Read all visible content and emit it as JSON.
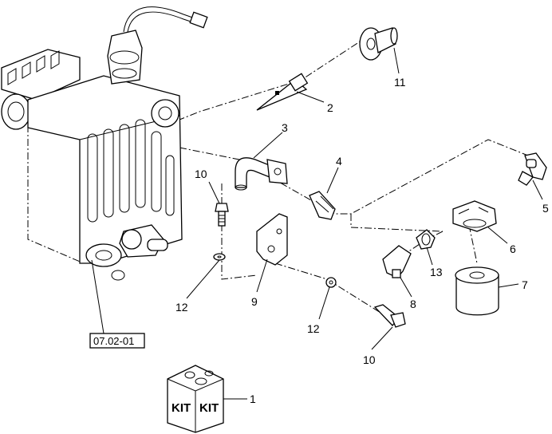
{
  "colors": {
    "line": "#000000",
    "background": "#ffffff"
  },
  "reference": {
    "label": "07.02-01"
  },
  "kit": {
    "left_label": "KIT",
    "right_label": "KIT"
  },
  "callouts": {
    "c1": "1",
    "c2": "2",
    "c3": "3",
    "c4": "4",
    "c5": "5",
    "c6": "6",
    "c7": "7",
    "c8": "8",
    "c9": "9",
    "c10a": "10",
    "c10b": "10",
    "c11": "11",
    "c12a": "12",
    "c12b": "12",
    "c13": "13"
  }
}
